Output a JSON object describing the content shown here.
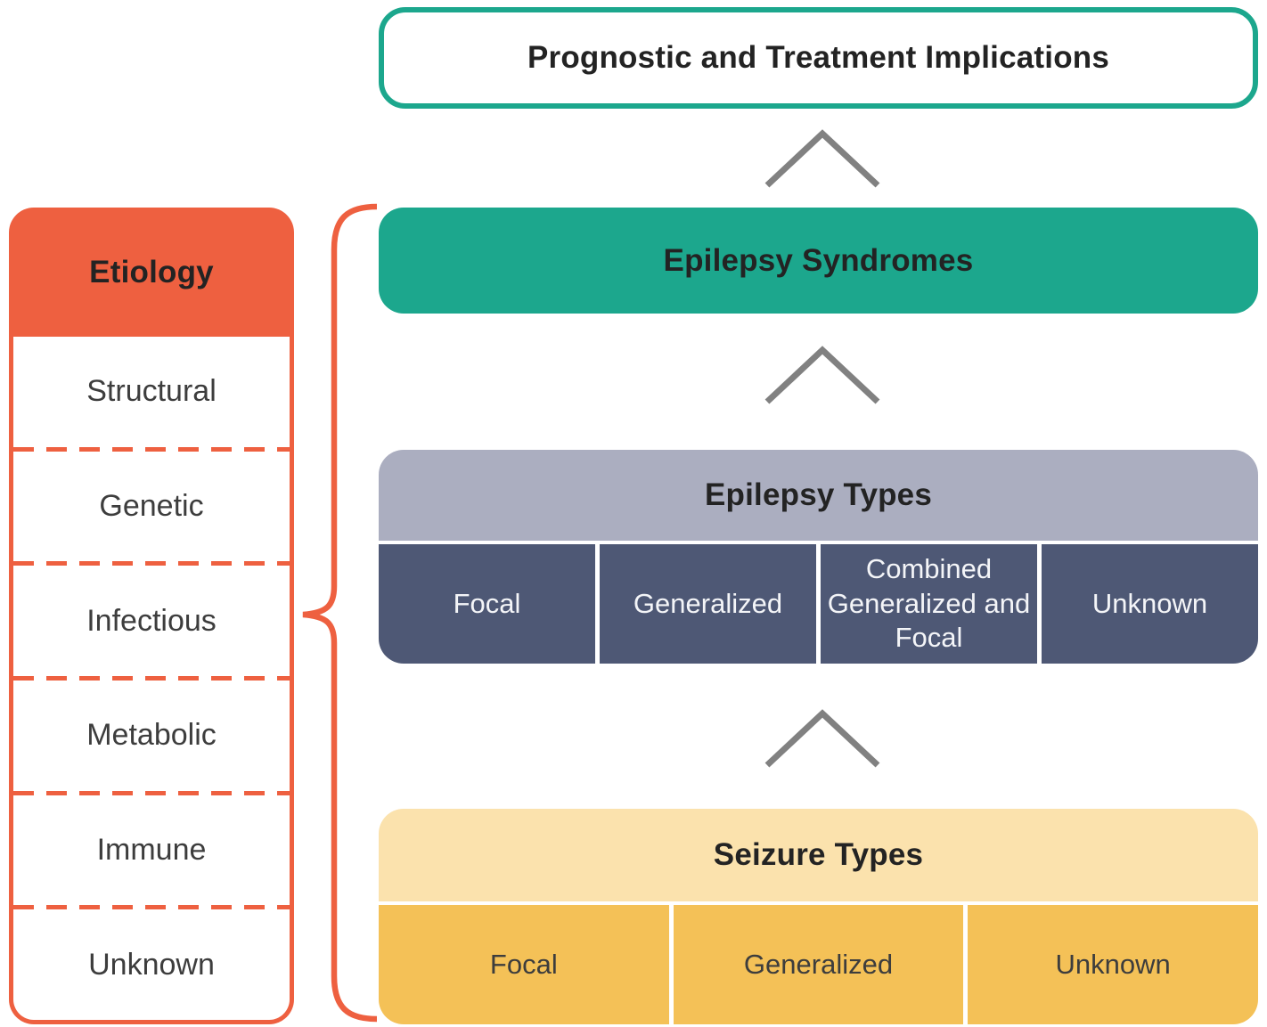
{
  "diagram": {
    "top_box": {
      "label": "Prognostic and Treatment Implications"
    },
    "syndromes_box": {
      "label": "Epilepsy Syndromes"
    },
    "epilepsy_types": {
      "title": "Epilepsy Types",
      "cells": [
        {
          "label": "Focal"
        },
        {
          "label": "Generalized"
        },
        {
          "label": "Combined Generalized and Focal"
        },
        {
          "label": "Unknown"
        }
      ]
    },
    "seizure_types": {
      "title": "Seizure Types",
      "cells": [
        {
          "label": "Focal"
        },
        {
          "label": "Generalized"
        },
        {
          "label": "Unknown"
        }
      ]
    },
    "etiology": {
      "title": "Etiology",
      "items": [
        {
          "label": "Structural"
        },
        {
          "label": "Genetic"
        },
        {
          "label": "Infectious"
        },
        {
          "label": "Metabolic"
        },
        {
          "label": "Immune"
        },
        {
          "label": "Unknown"
        }
      ]
    },
    "icons": {
      "chevron": "chevron-up-icon",
      "brace": "curly-brace-left-icon"
    },
    "colors": {
      "teal": "#1CA78D",
      "orange": "#EE6040",
      "slate_light": "#ABAEC0",
      "slate_dark": "#4E5875",
      "cream_yellow": "#FBE2AD",
      "amber": "#F4C157",
      "chevron_gray": "#818181"
    }
  }
}
